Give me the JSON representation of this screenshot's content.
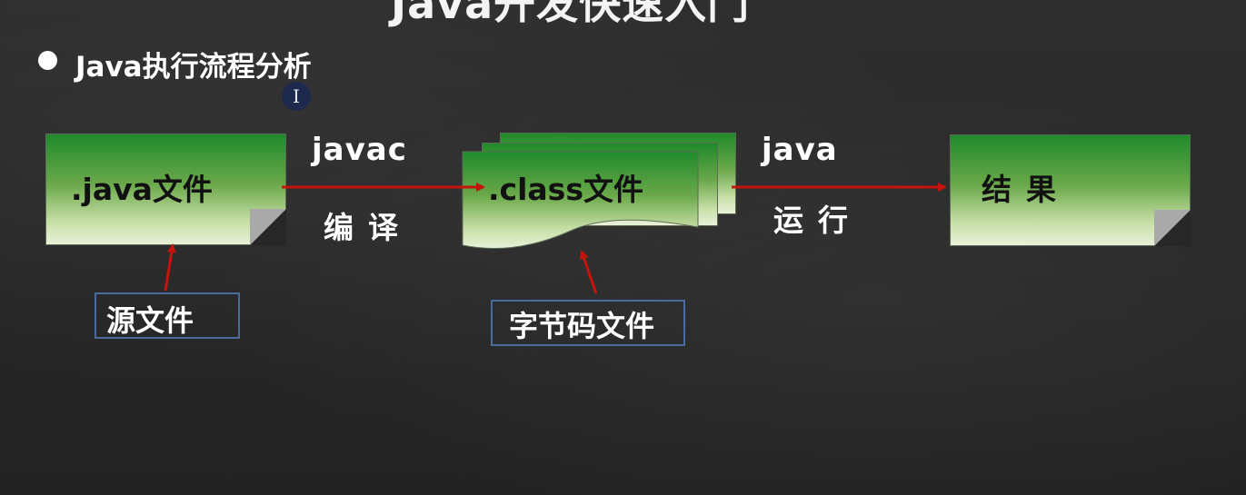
{
  "slide": {
    "title": "Java开发快速入门",
    "heading": "Java执行流程分析",
    "cursor_glyph": "I"
  },
  "diagram": {
    "nodes": {
      "source": ".java文件",
      "bytecode": ".class文件",
      "result": "结果"
    },
    "edges": {
      "compile": {
        "command": "javac",
        "label": "编译"
      },
      "run": {
        "command": "java",
        "label": "运行"
      }
    },
    "callouts": {
      "source": "源文件",
      "bytecode": "字节码文件"
    },
    "colors": {
      "arrow": "#c8120c",
      "note_top": "#1f8a2a",
      "note_bottom": "#e8f1d8",
      "callout_border": "#4a6b9b"
    }
  }
}
